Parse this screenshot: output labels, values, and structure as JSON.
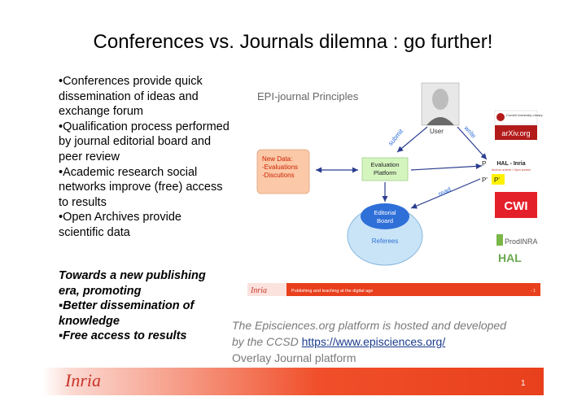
{
  "title": "Conferences vs. Journals  dilemna : go further!",
  "bullets": [
    "•Conferences provide quick dissemination of ideas and exchange forum",
    "•Qualification process performed by journal editorial board and peer review",
    "•Academic research social networks improve (free) access to results",
    "•Open Archives provide scientific data"
  ],
  "promo": {
    "heading": "Towards a new publishing era,  promoting",
    "items": [
      "▪Better dissemination of knowledge",
      "▪Free access to results"
    ]
  },
  "diagram": {
    "title": "EPI-journal Principles",
    "user_label": "User",
    "submit_label": "submit",
    "write_label": "write",
    "read_label": "read",
    "new_data_lines": [
      "New Data:",
      "-Evaluations",
      "-Discutions"
    ],
    "evaluation_lines": [
      "Evaluation",
      "Platform"
    ],
    "editorial_lines": [
      "Editorial",
      "Board"
    ],
    "referees_label": "Referees",
    "p_label": "P",
    "p_prime_left": "P'",
    "p_prime_badge": "P'",
    "repos": {
      "cornell": "Cornell University Library",
      "arxiv": "arXiv.org",
      "hal_inria": "HAL - Inria",
      "hal_inria_sub": "Archive ouverte / Open archive",
      "cwi": "CWI",
      "prodinra": "ProdINRA",
      "hal": "HAL"
    },
    "footer_logo": "Inria",
    "footer_text": "Publishing and teaching at the digital age",
    "footer_num": "- 1"
  },
  "caption": {
    "line1": "The Episciences.org platform is hosted and developed",
    "line2_prefix": "by the CCSD ",
    "link": "https://www.episciences.org/",
    "line3": "Overlay Journal platform"
  },
  "footer": {
    "logo": "Inria",
    "page": "1"
  },
  "colors": {
    "orange": "#e8401c",
    "new_data_fill": "#fbc9a8",
    "eval_fill": "#d5f5bf",
    "editorial_fill": "#2f6fd8",
    "referees_fill": "#c9e4f7"
  }
}
